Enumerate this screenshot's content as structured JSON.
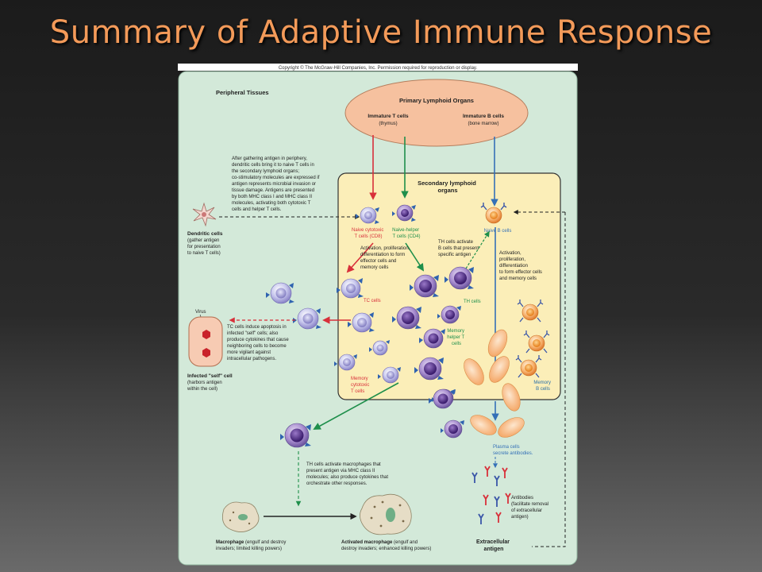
{
  "slide": {
    "title": "Summary of Adaptive Immune Response"
  },
  "figure": {
    "copyright": "Copyright © The McGraw-Hill Companies, Inc. Permission required for reproduction or display.",
    "peripheral_label": "Peripheral Tissues",
    "primary_organs": "Primary Lymphoid Organs",
    "immature_t": "Immature T cells",
    "immature_t_sub": "(thymus)",
    "immature_b": "Immature B cells",
    "immature_b_sub": "(bone marrow)",
    "secondary_organs": [
      "Secondary lymphoid",
      "organs"
    ],
    "dendritic_text": [
      "After gathering antigen in periphery,",
      "dendritic cells bring it to naive T cells in",
      "the secondary lymphoid organs;",
      "co-stimulatory molecules are expressed if",
      "antigen represents microbial invasion or",
      "tissue damage. Antigens are presented",
      "by both MHC class I and MHC class II",
      "molecules, activating both cytotoxic T",
      "cells and helper T cells."
    ],
    "dendritic_label": "Dendritic cells",
    "dendritic_sub": [
      "(gather antigen",
      "for presentation",
      "to naive T cells)"
    ],
    "naive_cytotoxic": [
      "Naive cytotoxic",
      "T cells (CD8)"
    ],
    "naive_helper": [
      "Naive-helper",
      "T cells (CD4)"
    ],
    "naive_b": "Naive B cells",
    "th_activate_b": [
      "TH cells activate",
      "B cells that present",
      "specific antigen"
    ],
    "activation_t": [
      "Activation, proliferation,",
      "differentiation to form",
      "effector cells and",
      "memory cells"
    ],
    "activation_b": [
      "Activation,",
      "proliferation,",
      "differentiation",
      "to form effector cells",
      "and memory cells"
    ],
    "tc_cells": "TC cells",
    "th_cells": "TH cells",
    "virus": "Virus",
    "tc_induce": [
      "TC cells induce apoptosis in",
      "infected \"self\" cells; also",
      "produce cytokines that cause",
      "neighboring cells to become",
      "more vigilant against",
      "intracellular pathogens."
    ],
    "infected_cell": "Infected \"self\" cell",
    "infected_sub": [
      "(harbors antigen",
      "within the cell)"
    ],
    "memory_helper": [
      "Memory",
      "helper T",
      "cells"
    ],
    "memory_cytotoxic": [
      "Memory",
      "cytotoxic",
      "T cells"
    ],
    "memory_b": [
      "Memory",
      "B cells"
    ],
    "plasma": [
      "Plasma cells",
      "secrete antibodies."
    ],
    "th_macrophage": [
      "TH cells activate macrophages that",
      "present antigen via MHC class II",
      "molecules; also produce cytokines that",
      "orchestrate other responses."
    ],
    "antibodies": [
      "Antibodies",
      "(facilitate removal",
      "of extracellular",
      "antigen)"
    ],
    "macrophage": "Macrophage",
    "macrophage_sub": [
      " (engulf and destroy",
      "invaders; limited killing powers)"
    ],
    "activated_macrophage": "Activated macrophage",
    "activated_sub": [
      " (engulf and",
      "destroy invaders; enhanced killing powers)"
    ],
    "extracellular": [
      "Extracellular",
      "antigen"
    ]
  },
  "colors": {
    "title": "#f39a59",
    "panel": "#d3e9d9",
    "secondary_box": "#fbeeb8",
    "primary_ellipse": "#f6c19f",
    "t_cytotoxic": "#d8303a",
    "t_helper": "#1e8f4b",
    "b_cell": "#3470b7",
    "memory_label": "#2a6fa8"
  }
}
